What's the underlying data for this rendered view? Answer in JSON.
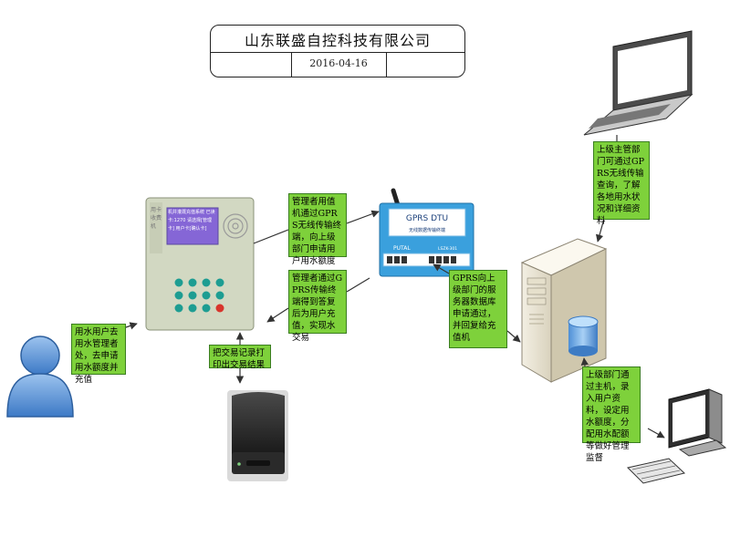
{
  "title": {
    "company": "山东联盛自控科技有限公司",
    "date": "2016-04-16"
  },
  "device": {
    "dtu_title": "GPRS    DTU",
    "dtu_subtitle": "无线数据传输终端",
    "dtu_brand": "PUTAL",
    "dtu_model": "LSZK-301",
    "machine_screen": "机井灌溉充值系统 已读卡:1270 请选择[管理卡] 用户卡[确认卡]",
    "machine_side_text": "用卡收费机"
  },
  "notes": {
    "machine_to_dtu": "管理者用值机通过GPRS无线传输终端，向上级部门申请用户用水额度",
    "dtu_to_machine": "管理者通过GPRS传输终端得到答复后为用户充值，实现水交易",
    "user_to_machine": "用水用户去用水管理者处，去申请用水额度并充值",
    "print": "把交易记录打印出交易结果",
    "dtu_to_server": "GPRS向上级部门的服务器数据库申请通过，并回复给充值机",
    "laptop": "上级主管部门可通过GPRS无线传输查询，了解各地用水状况和详细资料",
    "desktop": "上级部门通过主机，录入用户资料，设定用水额度，分配用水配额等做好管理监督"
  },
  "colors": {
    "note_fill": "#7ed13b",
    "note_border": "#3a7d20",
    "arrow": "#333333"
  }
}
